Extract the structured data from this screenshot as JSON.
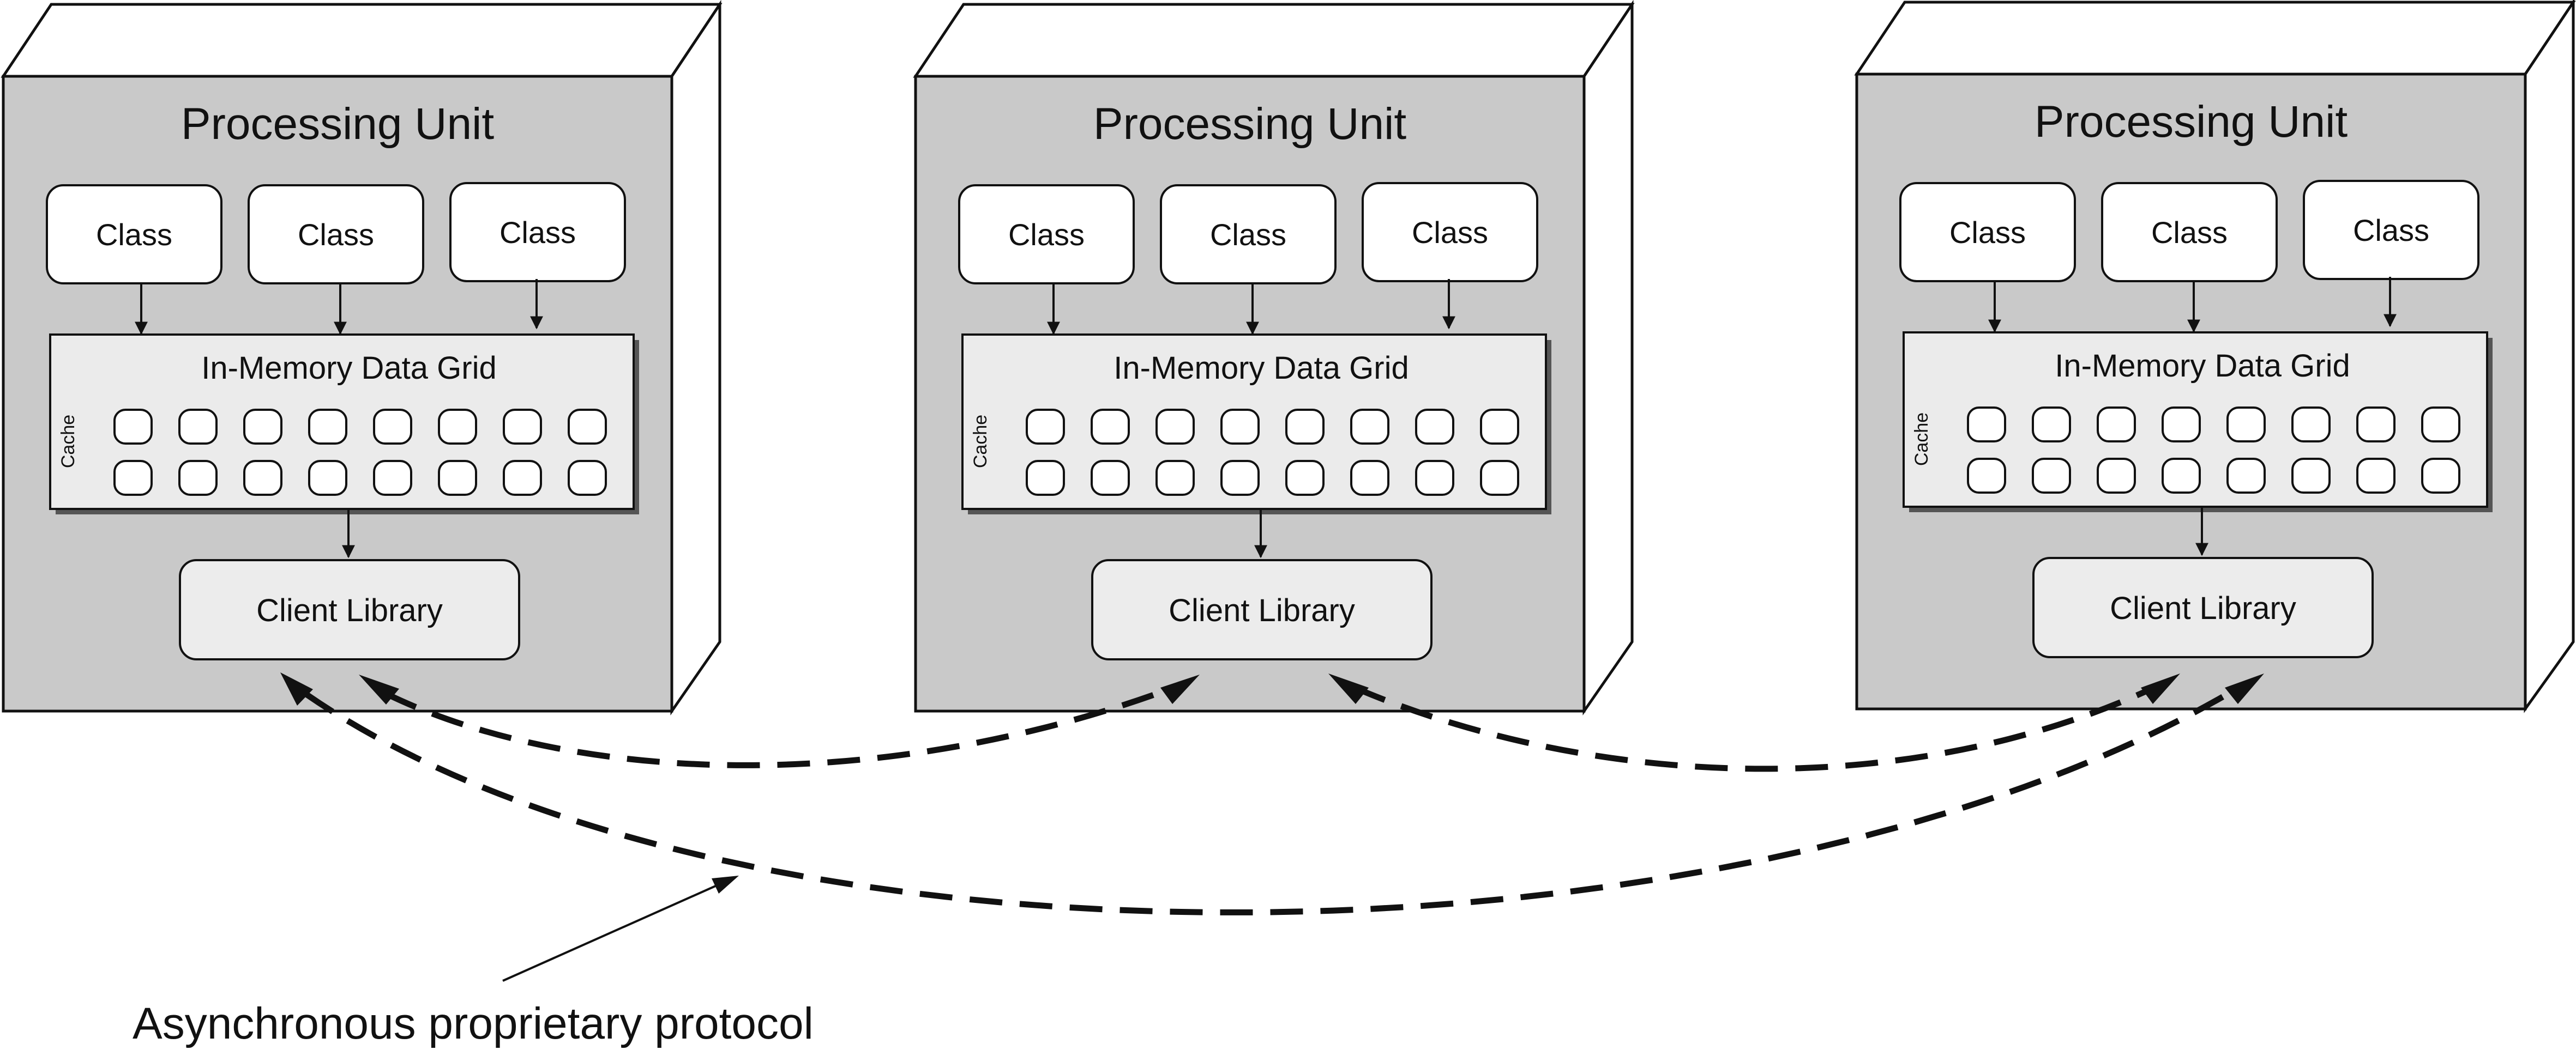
{
  "units": [
    {
      "title": "Processing Unit",
      "classes": [
        "Class",
        "Class",
        "Class"
      ],
      "grid_label": "In-Memory Data Grid",
      "cache_label": "Cache",
      "client_label": "Client Library"
    },
    {
      "title": "Processing Unit",
      "classes": [
        "Class",
        "Class",
        "Class"
      ],
      "grid_label": "In-Memory Data Grid",
      "cache_label": "Cache",
      "client_label": "Client Library"
    },
    {
      "title": "Processing Unit",
      "classes": [
        "Class",
        "Class",
        "Class"
      ],
      "grid_label": "In-Memory Data Grid",
      "cache_label": "Cache",
      "client_label": "Client Library"
    }
  ],
  "cache_cells": {
    "rows": 2,
    "cols": 8
  },
  "annotation": "Asynchronous proprietary protocol",
  "colors": {
    "unit_face": "#c9c9c9",
    "grid_fill": "#ebebeb",
    "client_fill": "#ececec",
    "box_fill": "#ffffff",
    "stroke": "#111111"
  }
}
